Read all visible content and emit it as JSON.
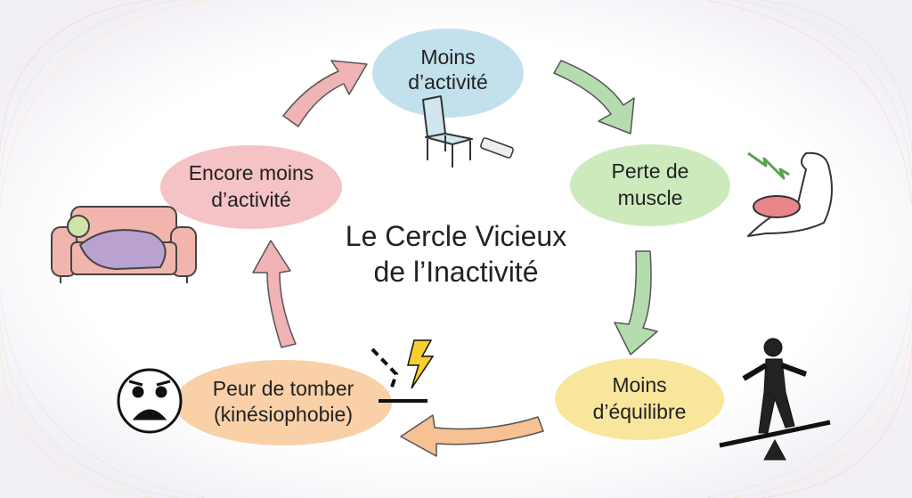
{
  "title": {
    "line1": "Le Cercle Vicieux",
    "line2": "de l’Inactivité"
  },
  "nodes": [
    {
      "id": "moins-activite",
      "line1": "Moins",
      "line2": "d’activité",
      "color": "#c2e1ec"
    },
    {
      "id": "perte-muscle",
      "line1": "Perte de",
      "line2": "muscle",
      "color": "#cdeabd"
    },
    {
      "id": "moins-equilibre",
      "line1": "Moins",
      "line2": "d’équilibre",
      "color": "#f8e69d"
    },
    {
      "id": "peur-tomber",
      "line1": "Peur de tomber",
      "line2": "(kinésiophobie)",
      "color": "#f9d0a8"
    },
    {
      "id": "encore-moins",
      "line1": "Encore moins",
      "line2": "d’activité",
      "color": "#f5c3c6"
    }
  ],
  "arrow_colors": {
    "pink": "#f0b3b6",
    "green": "#b5dcae",
    "orange": "#f6c193"
  },
  "icons": [
    "chair-icon",
    "remote-icon",
    "muscle-icon",
    "balance-person-icon",
    "scared-face-icon",
    "fall-lightning-icon",
    "sleeping-couch-icon"
  ]
}
